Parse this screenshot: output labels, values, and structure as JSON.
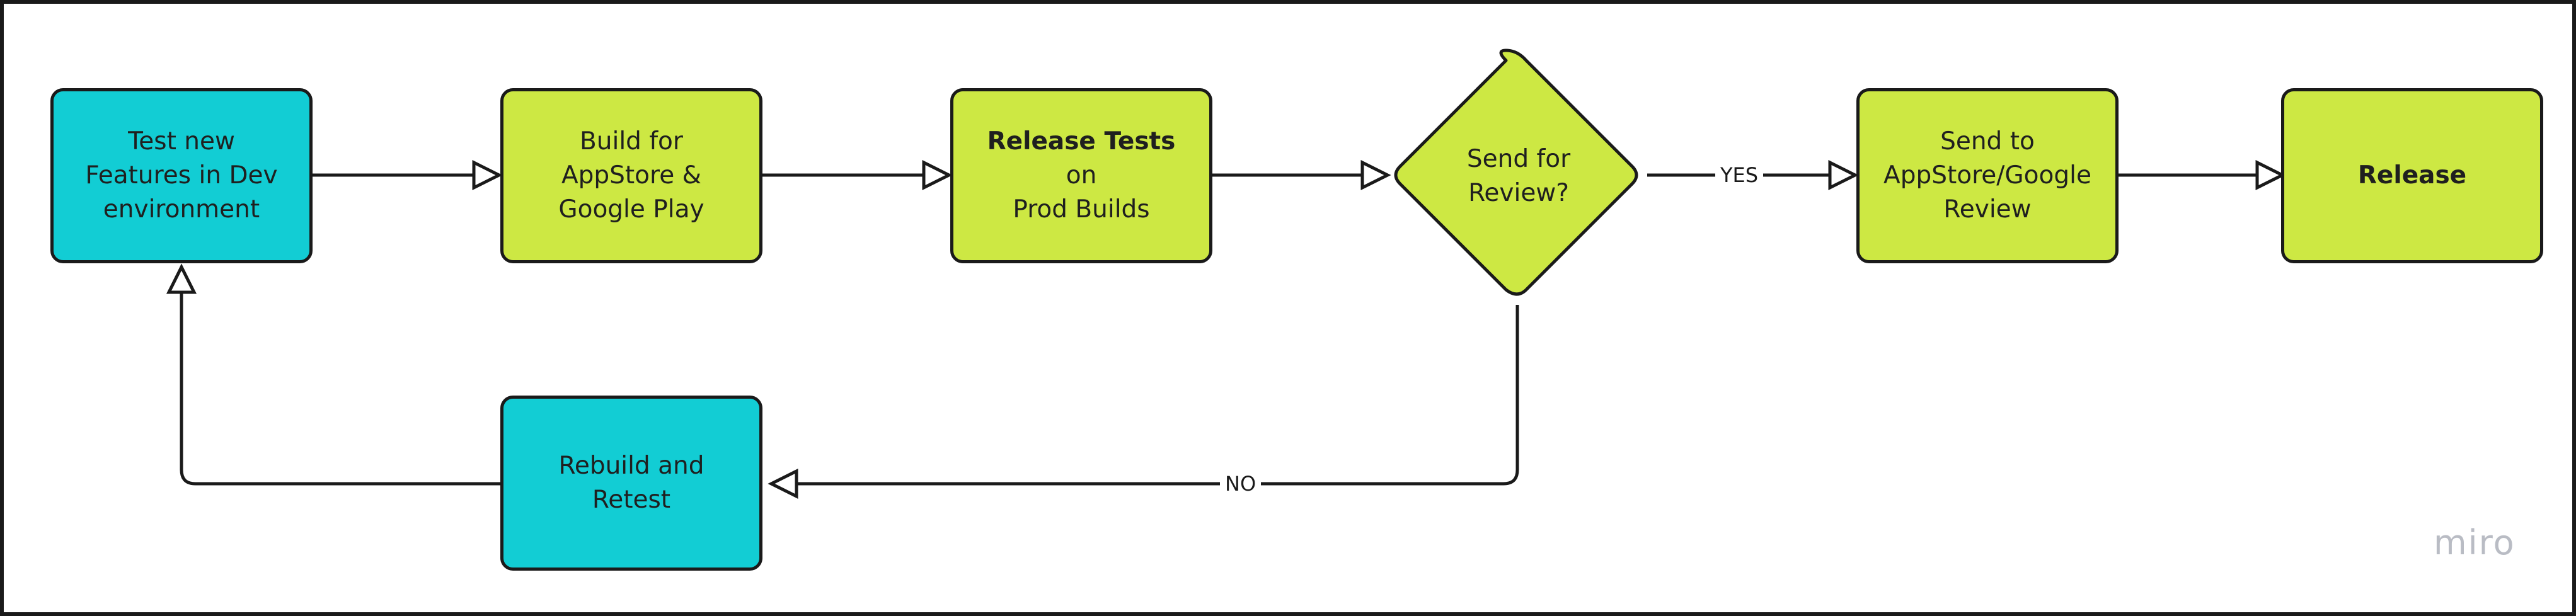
{
  "diagram": {
    "nodes": {
      "test_new": {
        "lines": [
          "Test new",
          "Features in Dev",
          "environment"
        ]
      },
      "build": {
        "lines": [
          "Build for",
          "AppStore &",
          "Google Play"
        ]
      },
      "release_tests": {
        "bold": "Release Tests",
        "rest": " on",
        "line2": "Prod Builds"
      },
      "send_review": {
        "lines": [
          "Send for",
          "Review?"
        ]
      },
      "send_to": {
        "lines": [
          "Send to",
          "AppStore/Google",
          "Review"
        ]
      },
      "release": {
        "label": "Release"
      },
      "rebuild": {
        "lines": [
          "Rebuild and",
          "Retest"
        ]
      }
    },
    "edge_labels": {
      "yes": "YES",
      "no": "NO"
    },
    "colors": {
      "cyan": "#12cdd4",
      "lime": "#cde843",
      "stroke": "#1a1a1a"
    }
  },
  "branding": {
    "logo": "miro"
  }
}
